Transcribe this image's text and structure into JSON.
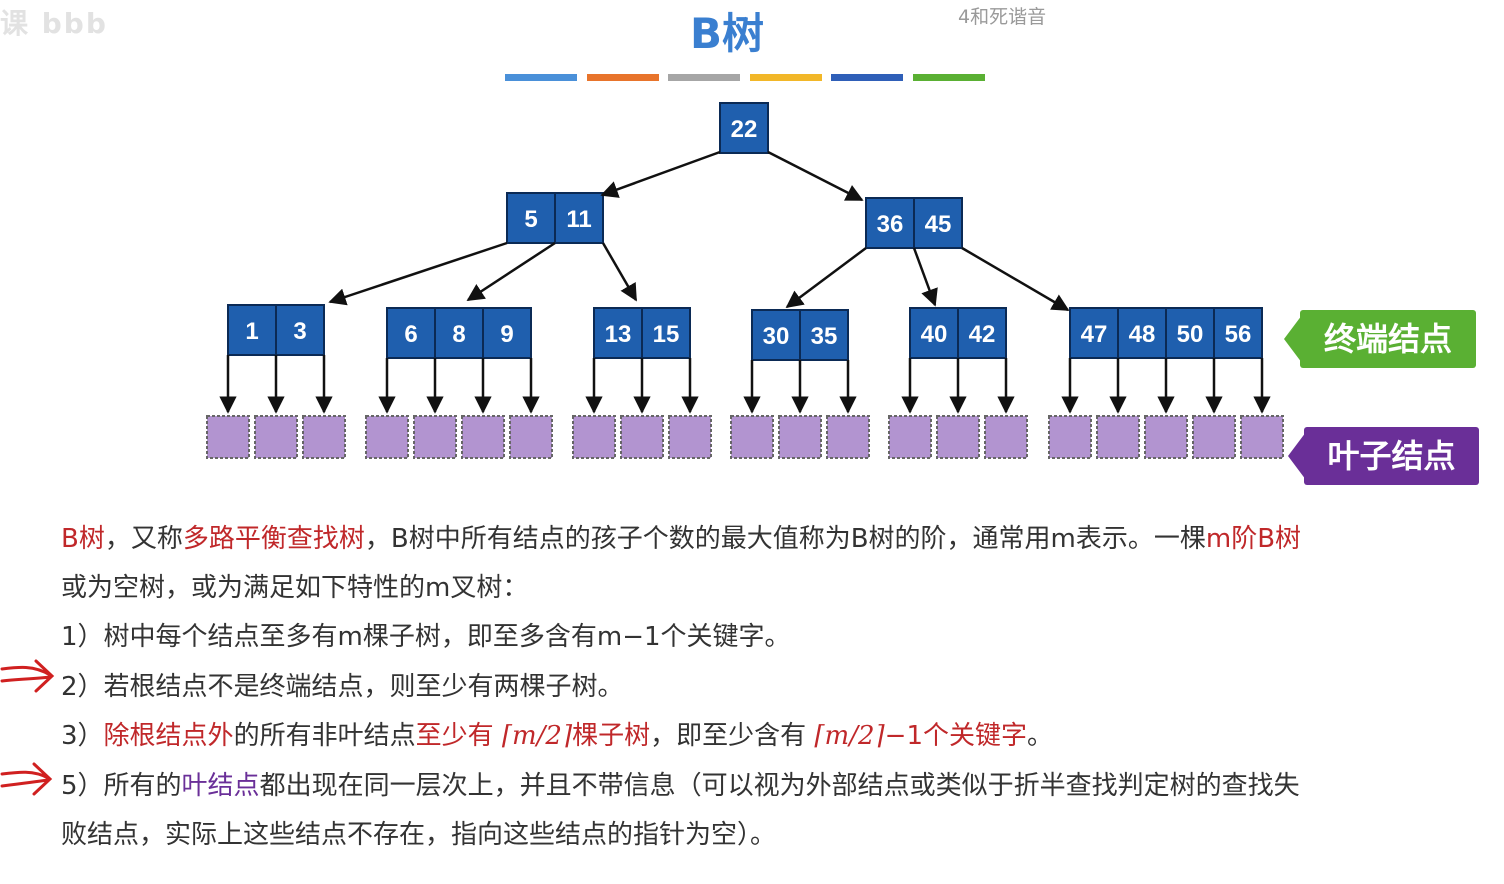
{
  "title": "B树",
  "watermarks": {
    "left": "课 bbb",
    "right": "4和死谐音"
  },
  "color_bars": [
    "#4a90d9",
    "#e8742b",
    "#a6a6a6",
    "#f2b728",
    "#2f5fb8",
    "#5ab033"
  ],
  "tree": {
    "root": [
      "22"
    ],
    "level1": [
      [
        "5",
        "11"
      ],
      [
        "36",
        "45"
      ]
    ],
    "level2": [
      [
        "1",
        "3"
      ],
      [
        "6",
        "8",
        "9"
      ],
      [
        "13",
        "15"
      ],
      [
        "30",
        "35"
      ],
      [
        "40",
        "42"
      ],
      [
        "47",
        "48",
        "50",
        "56"
      ]
    ]
  },
  "labels": {
    "terminal": "终端结点",
    "leaf": "叶子结点"
  },
  "text": {
    "p1_a": "B树",
    "p1_b": "，又称",
    "p1_c": "多路平衡查找树",
    "p1_d": "，B树中所有结点的孩子个数的最大值称为B树的阶，通常用m表示。一棵",
    "p1_e": "m阶B树",
    "p2": "或为空树，或为满足如下特性的m叉树：",
    "item1": "1）树中每个结点至多有m棵子树，即至多含有m−1个关键字。",
    "item2": "2）若根结点不是终端结点，则至少有两棵子树。",
    "item3_a": "3）",
    "item3_b": "除根结点外",
    "item3_c": "的所有非叶结点",
    "item3_d": "至少有",
    "item3_e": "⌈m/2⌉",
    "item3_f": "棵子树",
    "item3_g": "，即至少含有",
    "item3_h": "⌈m/2⌉",
    "item3_i": "−1个关键字",
    "item3_j": "。",
    "item5_a": "5）所有的",
    "item5_b": "叶结点",
    "item5_c": "都出现在同一层次上，并且不带信息（可以视为外部结点或类似于折半查找判定树的查找失",
    "item5_d": "败结点，实际上这些结点不存在，指向这些结点的指针为空）。"
  }
}
